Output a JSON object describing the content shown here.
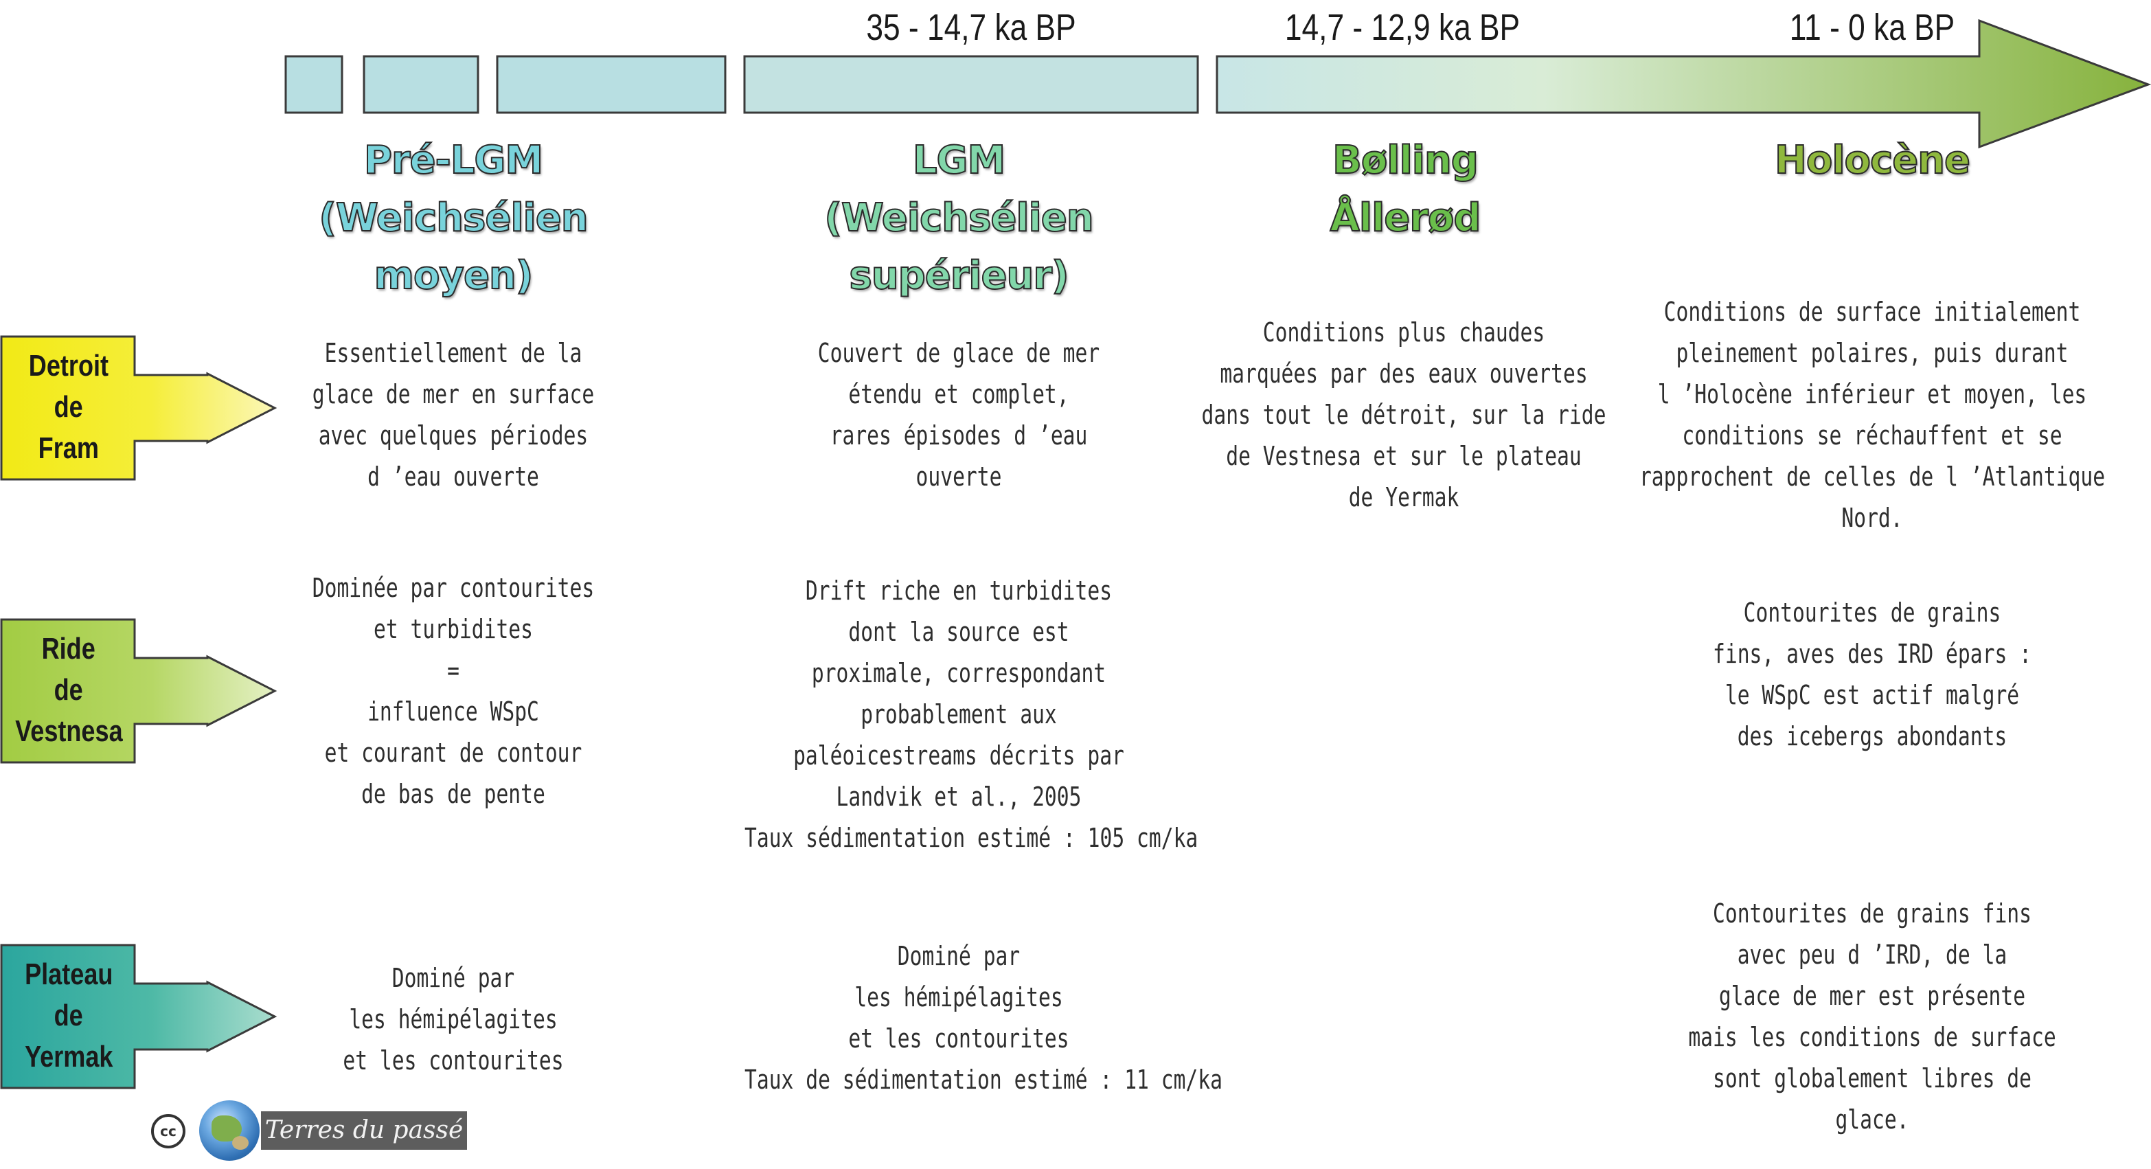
{
  "dates": {
    "lgm": "35 - 14,7 ka BP",
    "bolling": "14,7 - 12,9 ka BP",
    "holocene": "11 - 0 ka BP"
  },
  "periods": {
    "pre_lgm": [
      "Pré-LGM",
      "(Weichsélien",
      "moyen)"
    ],
    "lgm": [
      "LGM",
      "(Weichsélien",
      "supérieur)"
    ],
    "bolling": [
      "Bølling",
      "Ållerød"
    ],
    "holocene": [
      "Holocène"
    ]
  },
  "colors": {
    "pre_lgm": "#79d3db",
    "lgm": "#82d7aa",
    "bolling": "#6abf4b",
    "holocene": "#8fb83e",
    "timeline_light": "#b8dfe2",
    "timeline_dark": "#8db848",
    "fram": "#f2ea16",
    "vestnesa": "#a8cf4c",
    "yermak": "#2fa8a0"
  },
  "regions": {
    "fram": [
      "Detroit",
      "de",
      "Fram"
    ],
    "vestnesa": [
      "Ride",
      "de",
      "Vestnesa"
    ],
    "yermak": [
      "Plateau",
      "de",
      "Yermak"
    ]
  },
  "cells": {
    "fram": {
      "pre_lgm": [
        "Essentiellement de la",
        "glace de mer en surface",
        "avec quelques périodes",
        "d ’eau ouverte"
      ],
      "lgm": [
        "Couvert de glace de mer",
        "étendu et complet,",
        "rares épisodes d ’eau",
        "ouverte"
      ],
      "bolling": [
        "Conditions plus chaudes",
        "marquées par des eaux ouvertes",
        "dans tout le détroit, sur la ride",
        "de Vestnesa et sur le plateau",
        "de Yermak"
      ],
      "holocene": [
        "Conditions de surface initialement",
        "pleinement polaires, puis durant",
        "l ’Holocène inférieur et moyen, les",
        "conditions se réchauffent et se",
        "rapprochent de celles de l ’Atlantique",
        "Nord."
      ]
    },
    "vestnesa": {
      "pre_lgm": [
        "Dominée par contourites",
        "et turbidites",
        "=",
        "influence WSpC",
        "et courant de contour",
        "de bas de pente"
      ],
      "lgm": [
        "Drift riche en turbidites",
        "dont la source est",
        "proximale, correspondant",
        "probablement aux",
        "paléoicestreams décrits par",
        "Landvik et al., 2005",
        "Taux sédimentation estimé : 105 cm/ka"
      ],
      "holocene": [
        "Contourites de grains",
        "fins, aves des IRD épars :",
        "le WSpC est actif malgré",
        "des icebergs abondants"
      ]
    },
    "yermak": {
      "pre_lgm": [
        "Dominé par",
        "les hémipélagites",
        "et les contourites"
      ],
      "lgm": [
        "Dominé par",
        "les hémipélagites",
        "et les contourites",
        "Taux de sédimentation estimé : 11 cm/ka"
      ],
      "holocene": [
        "Contourites de grains fins",
        "avec peu d ’IRD, de la",
        "glace de mer est présente",
        "mais les conditions de surface",
        "sont globalement libres de",
        "glace."
      ]
    }
  },
  "footer": {
    "cc_badge": "cc",
    "site_name": "Terres du passé"
  }
}
